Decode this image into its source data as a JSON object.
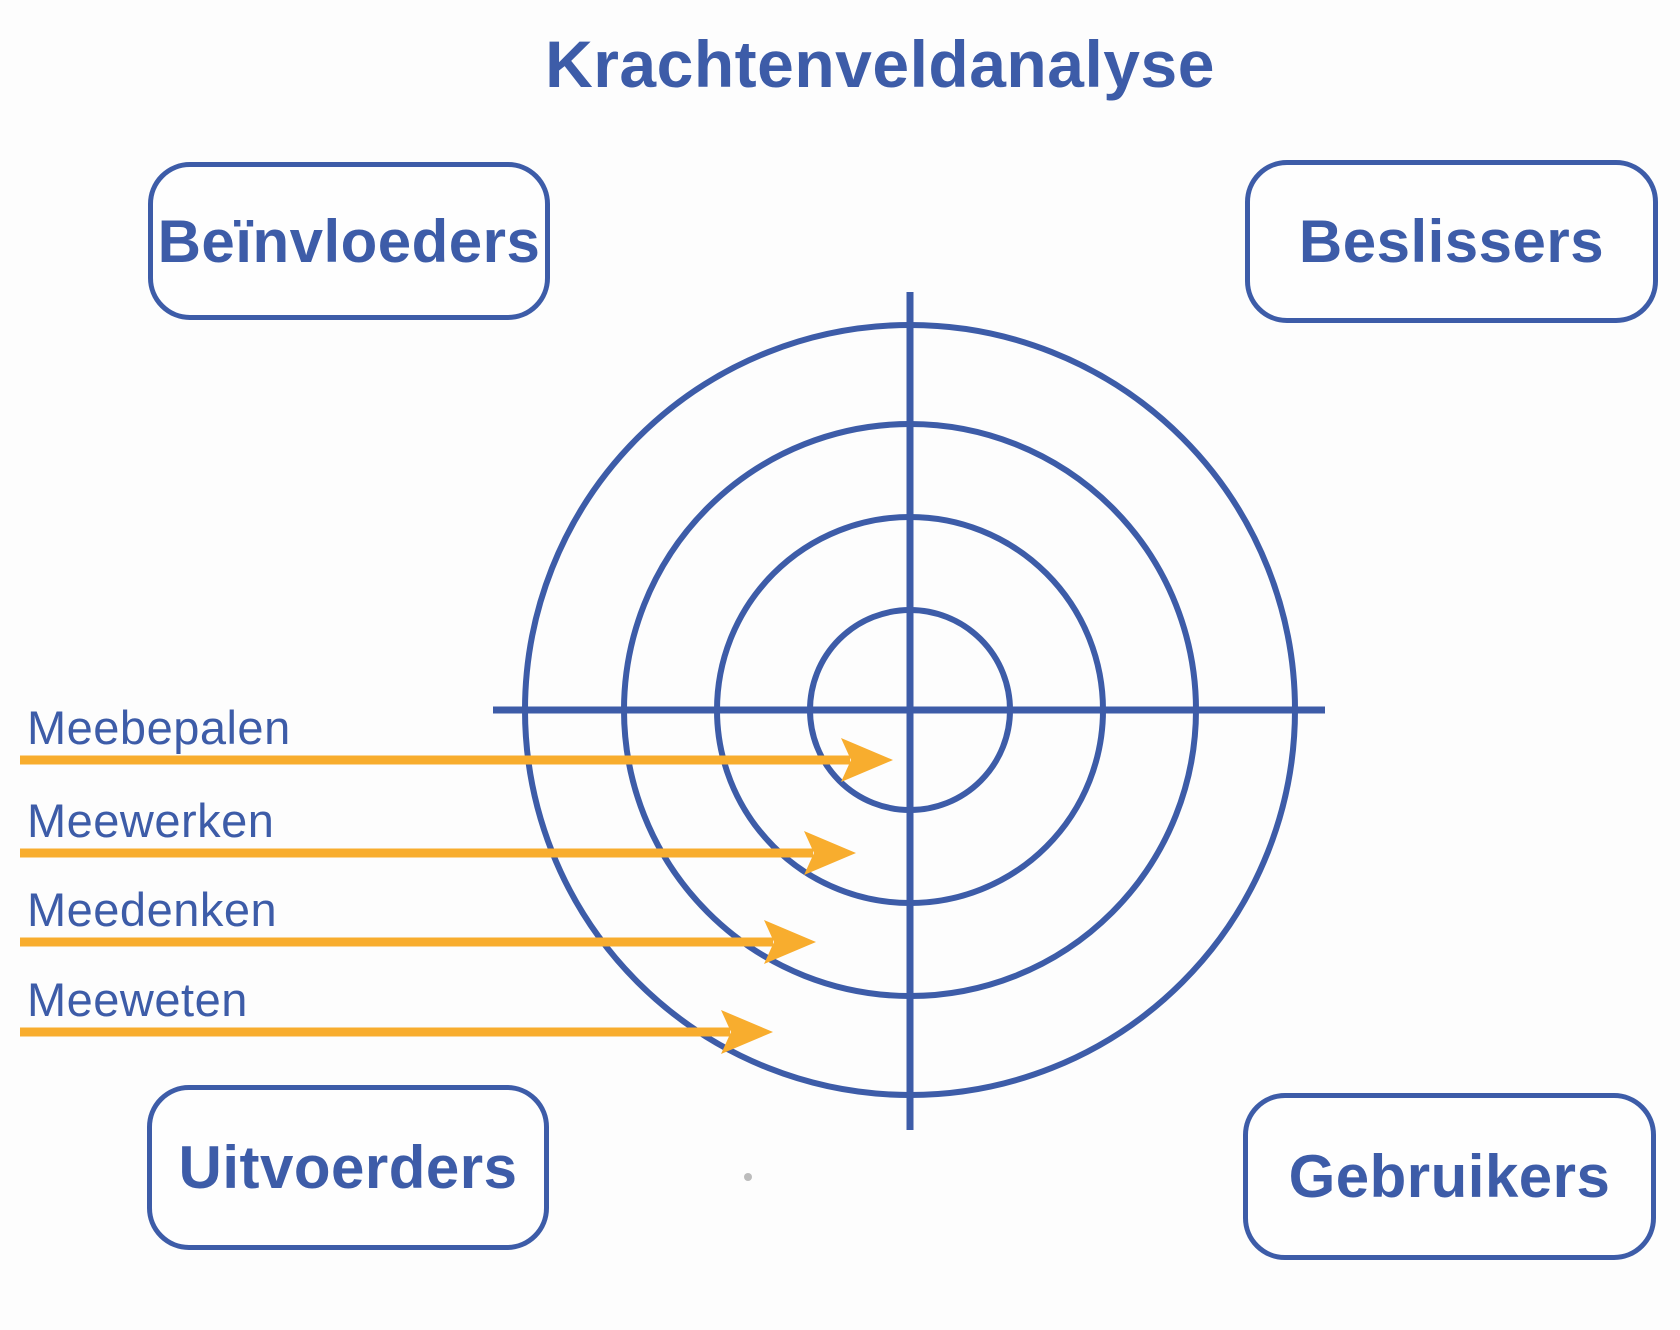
{
  "title": "Krachtenveldanalyse",
  "colors": {
    "blue": "#3d5ca8",
    "orange": "#f8ad2e",
    "background": "#fdfdfd"
  },
  "quadrants": {
    "top_left": "Beïnvloeders",
    "top_right": "Beslissers",
    "bottom_left": "Uitvoerders",
    "bottom_right": "Gebruikers"
  },
  "rings": [
    {
      "level": 1,
      "label": "Meebepalen"
    },
    {
      "level": 2,
      "label": "Meewerken"
    },
    {
      "level": 3,
      "label": "Meedenken"
    },
    {
      "level": 4,
      "label": "Meeweten"
    }
  ],
  "diagram": {
    "type": "target-bullseye",
    "ring_count": 4,
    "arrow_count": 4
  }
}
